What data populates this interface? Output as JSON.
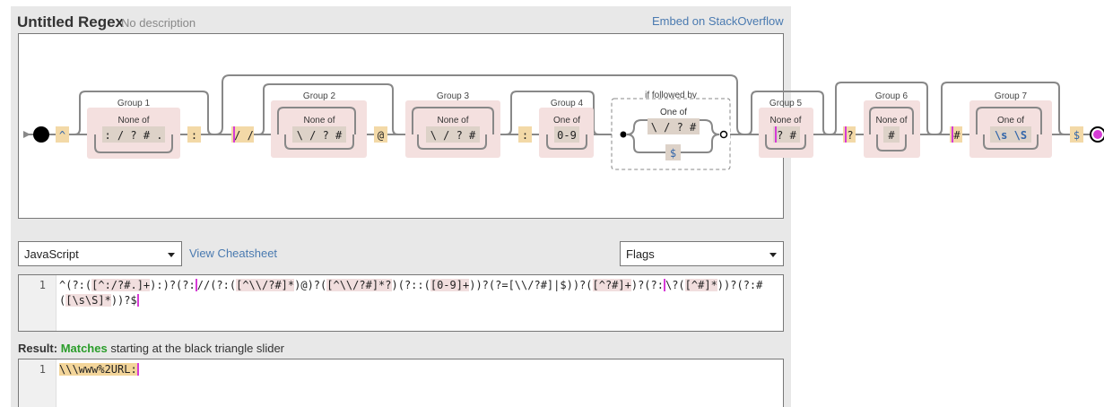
{
  "header": {
    "title": "Untitled Regex",
    "description": "No description",
    "embed_link": "Embed on StackOverflow"
  },
  "diagram": {
    "groups": [
      {
        "label": "Group 1",
        "kind": "None of",
        "chars": ": / ? # ."
      },
      {
        "label": "Group 2",
        "kind": "None of",
        "chars": "\\ / ? #"
      },
      {
        "label": "Group 3",
        "kind": "None of",
        "chars": "\\ / ? #"
      },
      {
        "label": "Group 4",
        "kind": "One of",
        "chars": "0-9"
      },
      {
        "label": "Group 5",
        "kind": "None of",
        "chars": "? #"
      },
      {
        "label": "Group 6",
        "kind": "None of",
        "chars": "#"
      },
      {
        "label": "Group 7",
        "kind": "One of",
        "chars": "\\s \\S"
      }
    ],
    "lookahead": {
      "label": "if followed by",
      "kind": "One of",
      "chars": "\\ / ? #",
      "alt": "$"
    },
    "literals": {
      "caret": "^",
      "colon": ":",
      "slashes": "/ /",
      "at": "@",
      "colon2": ":",
      "question": "?",
      "hash": "#",
      "dollar": "$"
    }
  },
  "controls": {
    "language": "JavaScript",
    "cheatsheet": "View Cheatsheet",
    "flags": "Flags"
  },
  "pattern_editor": {
    "line_number": "1",
    "line1_segments": [
      {
        "t": "^(?:(",
        "c": ""
      },
      {
        "t": "[^:/?#.]+",
        "c": "hl"
      },
      {
        "t": "):)?(?:",
        "c": ""
      },
      {
        "t": "//",
        "c": "cur"
      },
      {
        "t": "(?:(",
        "c": ""
      },
      {
        "t": "[^\\\\/?#]*",
        "c": "hl"
      },
      {
        "t": ")@)?(",
        "c": ""
      },
      {
        "t": "[^\\\\/?#]*?",
        "c": "hl"
      },
      {
        "t": ")(?::(",
        "c": ""
      },
      {
        "t": "[0-9]+",
        "c": "hl"
      },
      {
        "t": "))?(?=[\\\\/?#]|$))?(",
        "c": ""
      },
      {
        "t": "[^?#]+",
        "c": "hl"
      },
      {
        "t": ")?(?:",
        "c": ""
      },
      {
        "t": "\\?(",
        "c": "cur"
      },
      {
        "t": "[^#]*",
        "c": "hl"
      },
      {
        "t": "))?(?:#",
        "c": ""
      }
    ],
    "line2_segments": [
      {
        "t": "(",
        "c": ""
      },
      {
        "t": "[\\s\\S]*",
        "c": "hl"
      },
      {
        "t": "))?$",
        "c": ""
      }
    ]
  },
  "result": {
    "label": "Result:",
    "status": "Matches",
    "detail": "starting at the black triangle slider"
  },
  "test_editor": {
    "line_number": "1",
    "value": "\\\\\\www%2URL:"
  }
}
